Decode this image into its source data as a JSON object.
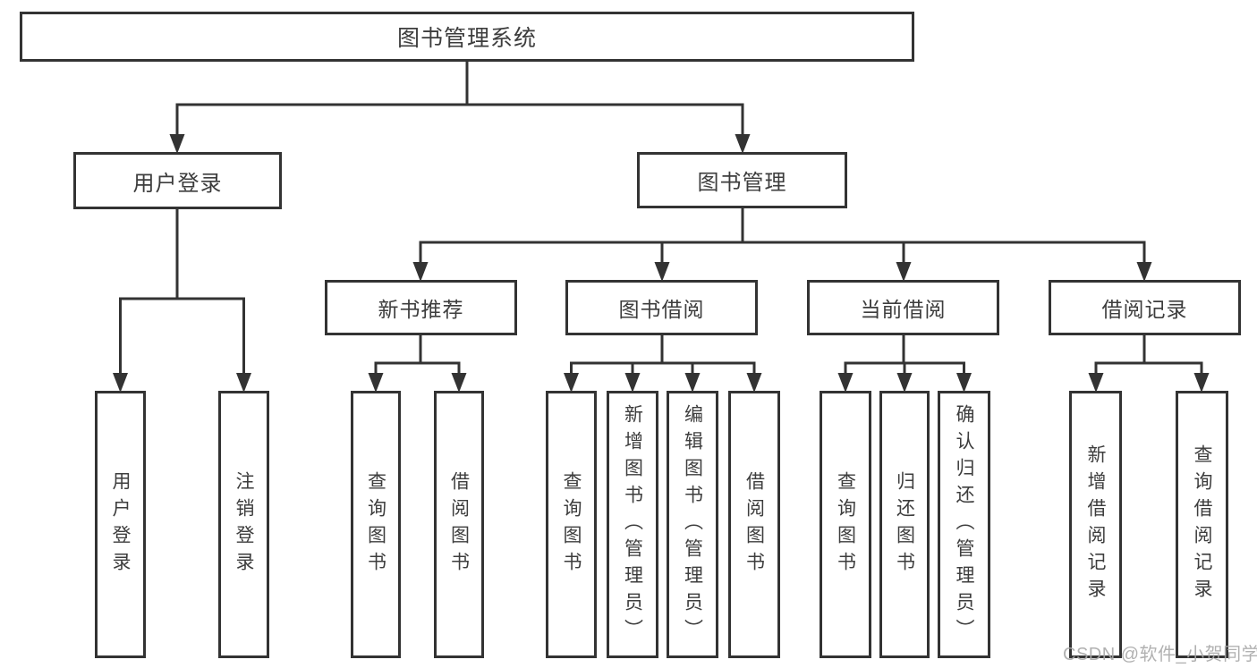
{
  "diagram": {
    "root": {
      "label": "图书管理系统"
    },
    "level2": {
      "user_login": {
        "label": "用户登录"
      },
      "book_mgmt": {
        "label": "图书管理"
      }
    },
    "level3": {
      "new_books": {
        "label": "新书推荐"
      },
      "book_borrow": {
        "label": "图书借阅"
      },
      "current_borrow": {
        "label": "当前借阅"
      },
      "borrow_records": {
        "label": "借阅记录"
      }
    },
    "leaves": {
      "login": {
        "label": "用户登录"
      },
      "logout": {
        "label": "注销登录"
      },
      "nb_query": {
        "label": "查询图书"
      },
      "nb_borrow": {
        "label": "借阅图书"
      },
      "bb_query": {
        "label": "查询图书"
      },
      "bb_add": {
        "label": "新增图书（管理员）"
      },
      "bb_edit": {
        "label": "编辑图书（管理员）"
      },
      "bb_borrow": {
        "label": "借阅图书"
      },
      "cb_query": {
        "label": "查询图书"
      },
      "cb_return": {
        "label": "归还图书"
      },
      "cb_confirm": {
        "label": "确认归还（管理员）"
      },
      "br_add": {
        "label": "新增借阅记录"
      },
      "br_query": {
        "label": "查询借阅记录"
      }
    },
    "watermark": "CSDN @软件_小贺同学",
    "colors": {
      "line": "#333333",
      "box_border": "#333333",
      "text": "#3d3d3d",
      "watermark": "#a8a8a8",
      "background": "#ffffff"
    }
  }
}
